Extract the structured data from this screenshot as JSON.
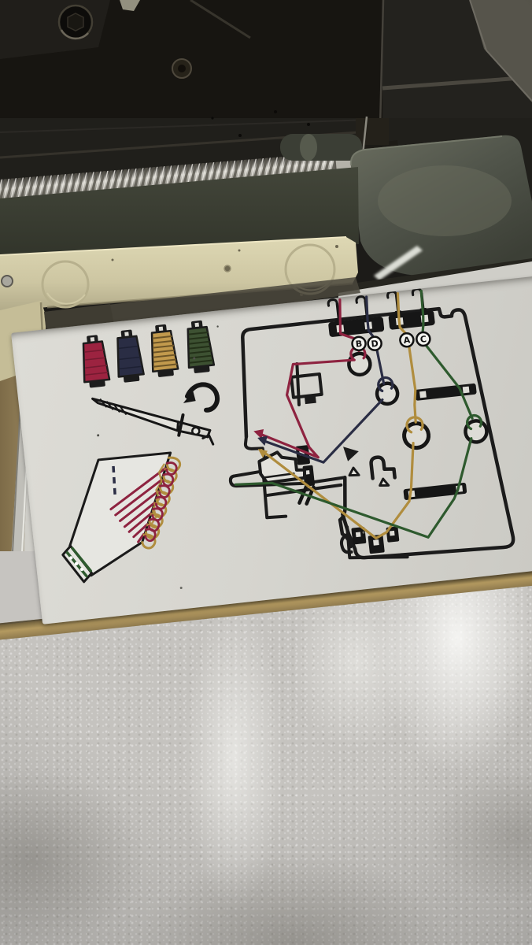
{
  "scene": {
    "subject": "Overlock sewing machine with a color threading chart card resting on the machine bed, white terry towel below"
  },
  "machine": {
    "colors": {
      "housing_dark": "#171511",
      "housing_mid": "#23221e",
      "screw_rod_silver": "#c9c7bf",
      "looper_cover_green": "#565a4c",
      "bed_cover_cream": "#d6d0ac",
      "wood_edge_tan": "#97845c",
      "metal_strip": "#c0bfb9"
    }
  },
  "card": {
    "paper_color": "#d6d5cf",
    "ink_color": "#1b1b1b",
    "spools": [
      {
        "name": "red spool",
        "color": "#9c2340"
      },
      {
        "name": "navy spool",
        "color": "#2a2d44"
      },
      {
        "name": "gold spool",
        "color": "#c29a4d"
      },
      {
        "name": "green spool",
        "color": "#3d5132"
      }
    ],
    "diagram": {
      "labels": [
        "B",
        "D",
        "A",
        "C"
      ],
      "threads": [
        {
          "label": "B",
          "color": "#8e2340"
        },
        {
          "label": "D",
          "color": "#2a2d44"
        },
        {
          "label": "A",
          "color": "#b08d3e"
        },
        {
          "label": "C",
          "color": "#2e5a2e"
        }
      ]
    },
    "stitch_sample": {
      "fabric_color": "#e6e6e1",
      "loop_colors": [
        "#8e2340",
        "#b08d3e"
      ],
      "chain_color": "#2e5a2e",
      "seam_color": "#2a2d44"
    }
  },
  "towel": {
    "color": "#c5c3bf"
  }
}
